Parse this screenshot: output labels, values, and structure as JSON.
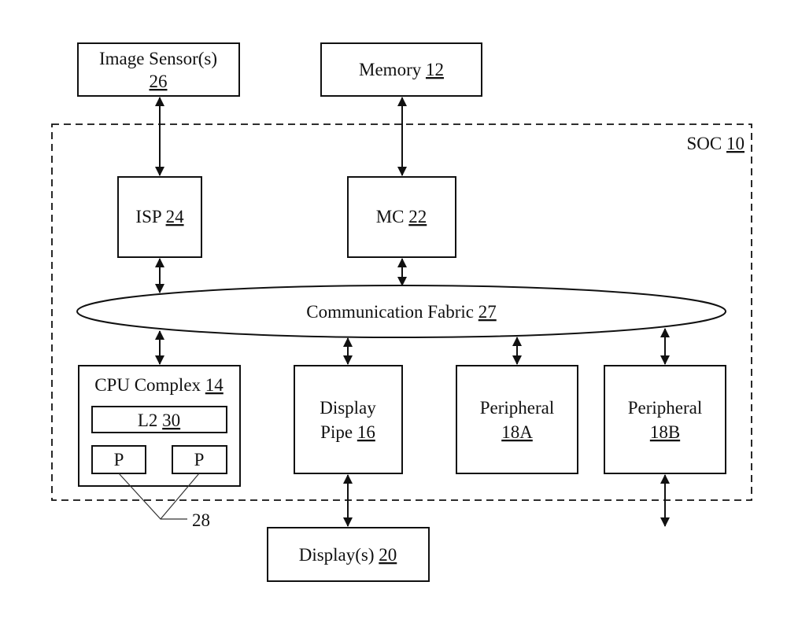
{
  "soc": {
    "name": "SOC ",
    "ref": "10"
  },
  "image_sensor": {
    "name": "Image Sensor(s)",
    "ref": "26"
  },
  "memory": {
    "name": "Memory ",
    "ref": "12"
  },
  "isp": {
    "name": "ISP ",
    "ref": "24"
  },
  "mc": {
    "name": "MC ",
    "ref": "22"
  },
  "fabric": {
    "name": "Communication Fabric ",
    "ref": "27"
  },
  "cpu_complex": {
    "name": "CPU Complex ",
    "ref": "14"
  },
  "l2": {
    "name": "L2 ",
    "ref": "30"
  },
  "processor_label": "P",
  "processor_ref": "28",
  "display_pipe": {
    "line1": "Display",
    "line2": "Pipe ",
    "ref": "16"
  },
  "peripheral_a": {
    "name": "Peripheral",
    "ref": "18A"
  },
  "peripheral_b": {
    "name": "Peripheral",
    "ref": "18B"
  },
  "display": {
    "name": "Display(s) ",
    "ref": "20"
  }
}
